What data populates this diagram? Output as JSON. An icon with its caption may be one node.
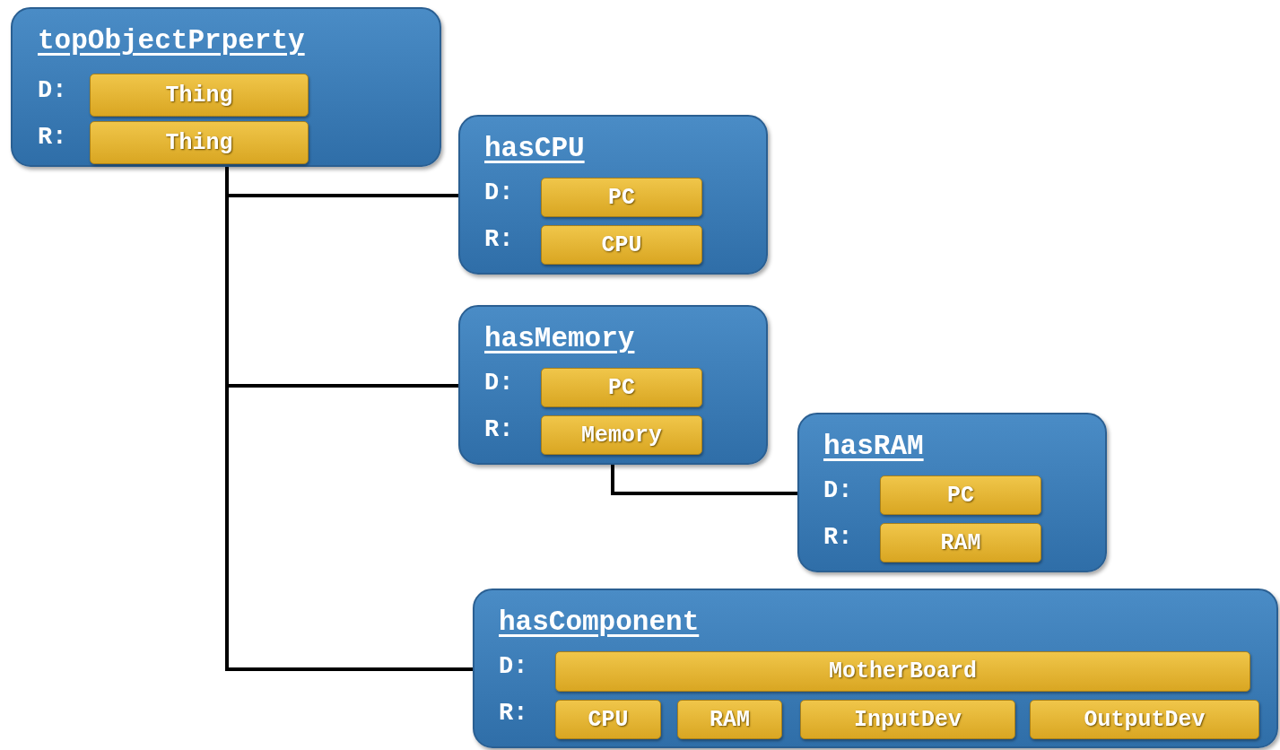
{
  "diagram": {
    "nodes": [
      {
        "text": [
          "topObjectPrperty",
          "D:",
          "R:"
        ]
      },
      {
        "text": [
          "Thing"
        ],
        "in": 0
      },
      {
        "text": [
          "Thing"
        ],
        "in": 0
      },
      {
        "text": [
          "hasCPU",
          "D:",
          "R:"
        ]
      },
      {
        "text": [
          "PC"
        ],
        "in": 3
      },
      {
        "text": [
          "CPU"
        ],
        "in": 3
      },
      {
        "text": [
          "hasMemory",
          "D:",
          "R:"
        ]
      },
      {
        "text": [
          "PC"
        ],
        "in": 6
      },
      {
        "text": [
          "Memory"
        ],
        "in": 6
      },
      {
        "text": [
          "hasRAM",
          "D:",
          "R:"
        ]
      },
      {
        "text": [
          "PC"
        ],
        "in": 9
      },
      {
        "text": [
          "RAM"
        ],
        "in": 9
      },
      {
        "text": [
          "hasComponent",
          "D:",
          "R:"
        ]
      },
      {
        "text": [
          "MotherBoard"
        ],
        "in": 12
      },
      {
        "text": [
          "CPU"
        ],
        "in": 12
      },
      {
        "text": [
          "RAM"
        ],
        "in": 12
      },
      {
        "text": [
          "InputDev"
        ],
        "in": 12
      },
      {
        "text": [
          "OutputDev"
        ],
        "in": 12
      }
    ],
    "edges": [
      {
        "from": 0,
        "to": 3,
        "arrow": "none"
      },
      {
        "from": 0,
        "to": 6,
        "arrow": "none"
      },
      {
        "from": 0,
        "to": 12,
        "arrow": "none"
      },
      {
        "from": 6,
        "to": 9,
        "arrow": "none"
      }
    ]
  }
}
